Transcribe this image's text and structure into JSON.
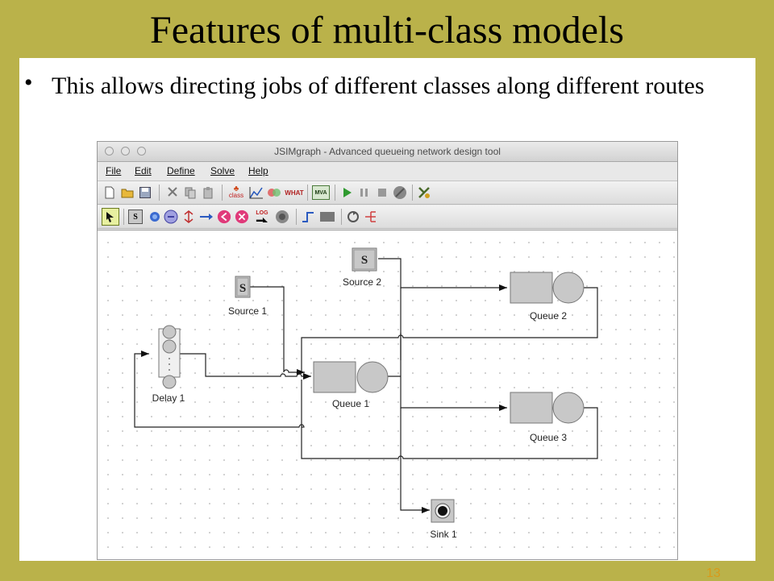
{
  "slide": {
    "title": "Features of multi-class models",
    "bullet": "This allows directing jobs of different classes along different routes",
    "page_number": "13"
  },
  "app": {
    "window_title": "JSIMgraph - Advanced queueing network design tool",
    "menu": [
      "File",
      "Edit",
      "Define",
      "Solve",
      "Help"
    ],
    "toolbar_text": {
      "class_label": "class",
      "what_label": "WHAT",
      "mva_label": "MVA",
      "log_label": "LOG"
    }
  },
  "diagram": {
    "nodes": {
      "source1": "Source 1",
      "source2": "Source 2",
      "delay1": "Delay 1",
      "queue1": "Queue 1",
      "queue2": "Queue 2",
      "queue3": "Queue 3",
      "sink1": "Sink 1"
    },
    "source_glyph": "S"
  },
  "colors": {
    "slide_background": "#bab24a",
    "page_number": "#d89a1a",
    "node_fill": "#c8c8c8",
    "play_green": "#2f9a2f"
  }
}
